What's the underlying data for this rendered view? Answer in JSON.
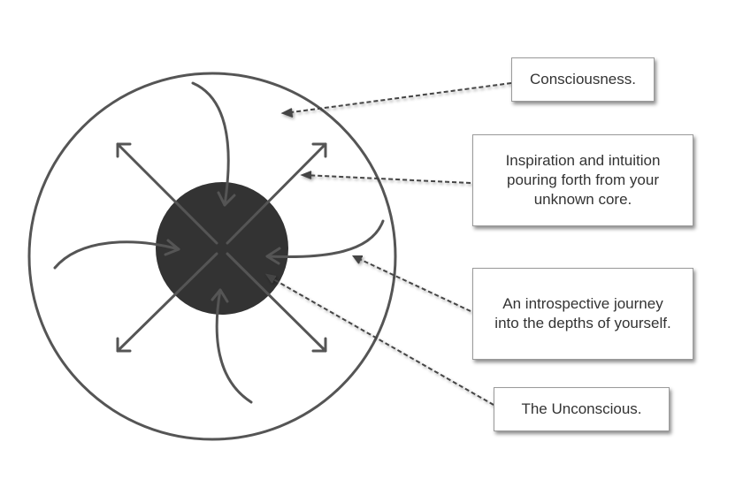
{
  "labels": {
    "consciousness": "Consciousness.",
    "inspiration": [
      "Inspiration and intuition",
      "pouring forth from your",
      "unknown core."
    ],
    "journey": [
      "An introspective journey",
      "into the depths of yourself."
    ],
    "unconscious": "The Unconscious."
  },
  "colors": {
    "stroke": "#555555",
    "core": "#333333",
    "text": "#333333"
  }
}
